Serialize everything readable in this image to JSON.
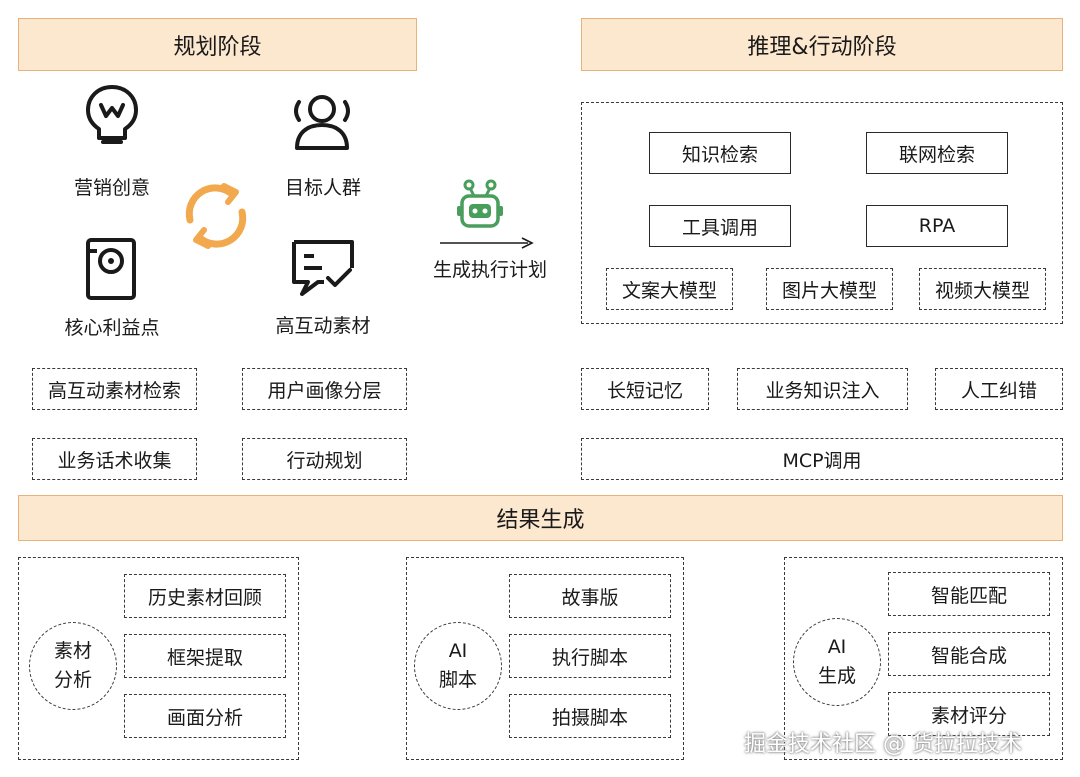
{
  "sections": {
    "planning": "规划阶段",
    "reasoning": "推理&行动阶段",
    "result": "结果生成"
  },
  "planning": {
    "icons": [
      {
        "label": "营销创意",
        "icon": "lightbulb-icon"
      },
      {
        "label": "目标人群",
        "icon": "user-icon"
      },
      {
        "label": "核心利益点",
        "icon": "target-card-icon"
      },
      {
        "label": "高互动素材",
        "icon": "chat-check-icon"
      }
    ],
    "cycle_icon": "refresh-cycle-icon",
    "boxes": [
      "高互动素材检索",
      "用户画像分层",
      "业务话术收集",
      "行动规划"
    ]
  },
  "agent": {
    "icon": "robot-icon",
    "label": "生成执行计划"
  },
  "reasoning": {
    "tools": [
      "知识检索",
      "联网检索",
      "工具调用",
      "RPA"
    ],
    "models": [
      "文案大模型",
      "图片大模型",
      "视频大模型"
    ],
    "support": [
      "长短记忆",
      "业务知识注入",
      "人工纠错"
    ],
    "mcp": "MCP调用"
  },
  "results": [
    {
      "center": [
        "素材",
        "分析"
      ],
      "items": [
        "历史素材回顾",
        "框架提取",
        "画面分析"
      ]
    },
    {
      "center": [
        "AI",
        "脚本"
      ],
      "items": [
        "故事版",
        "执行脚本",
        "拍摄脚本"
      ]
    },
    {
      "center": [
        "AI",
        "生成"
      ],
      "items": [
        "智能匹配",
        "智能合成",
        "素材评分"
      ]
    }
  ],
  "watermark": "掘金技术社区 @ 货拉拉技术",
  "colors": {
    "banner_fill": "#fce7cf",
    "banner_border": "#e8b27a",
    "cycle_orange": "#f2a84c",
    "robot_green": "#4a9e5c"
  }
}
